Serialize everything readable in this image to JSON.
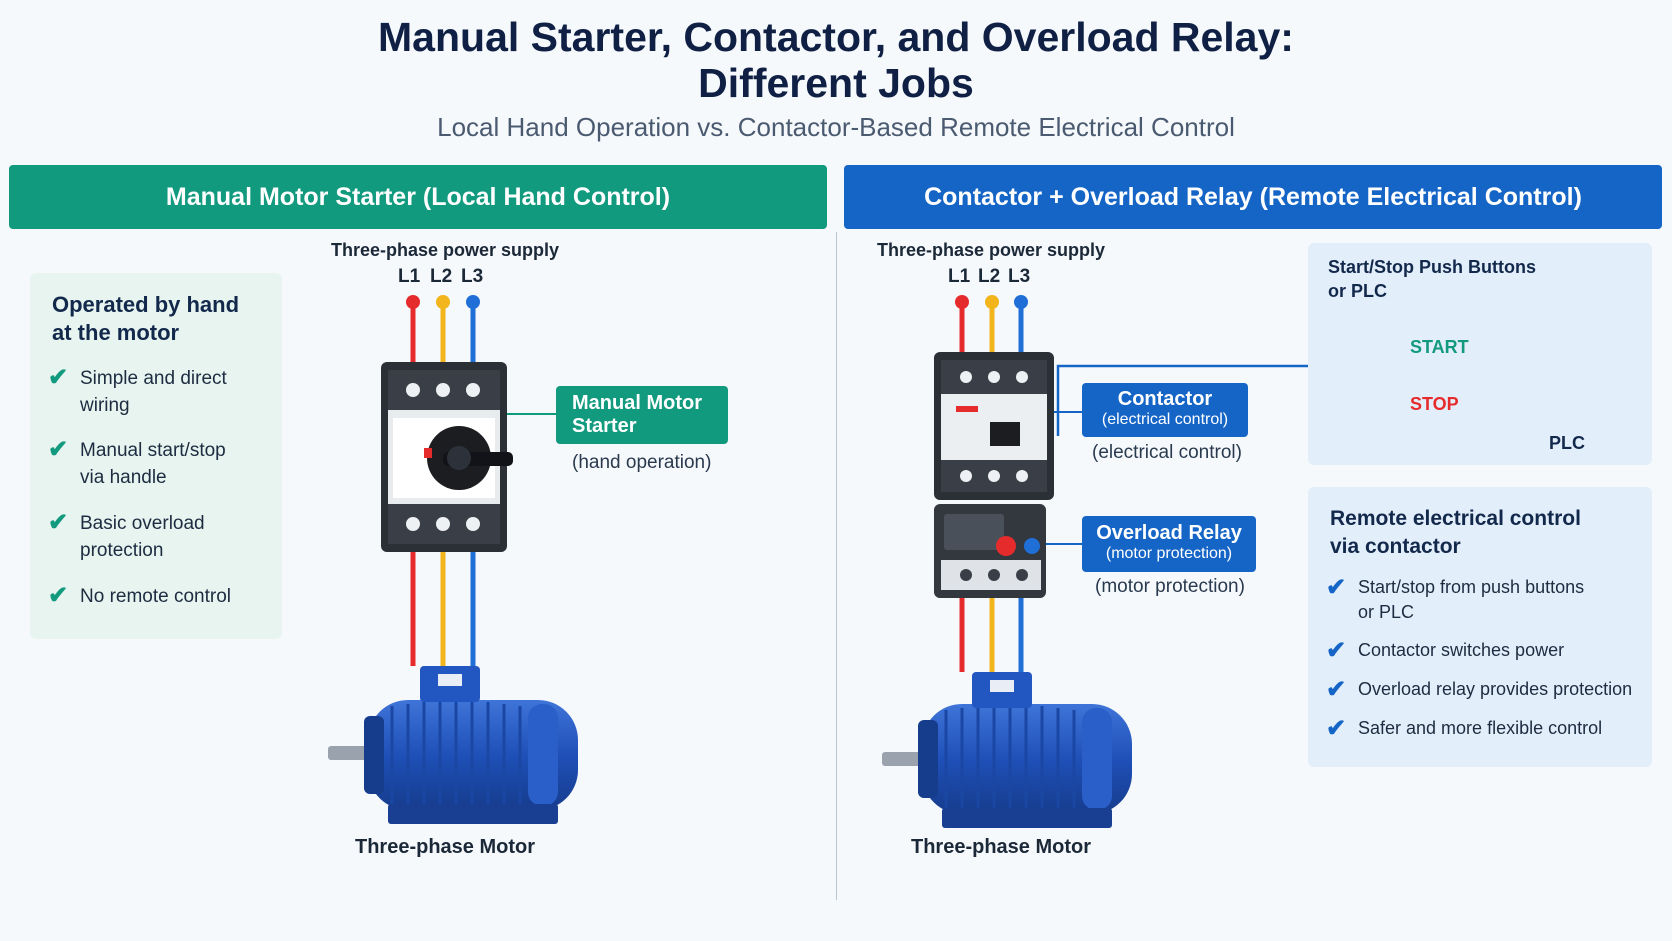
{
  "title": "Manual Starter, Contactor, and Overload Relay:",
  "title_line2": "Different Jobs",
  "subtitle": "Local Hand Operation vs. Contactor-Based Remote Electrical Control",
  "left": {
    "banner": "Manual Motor Starter (Local Hand Control)",
    "supply_label": "Three-phase power supply",
    "phases": [
      "L1",
      "L2",
      "L3"
    ],
    "panel": {
      "title_line1": "Operated by hand",
      "title_line2": "at the motor",
      "features": [
        {
          "line1": "Simple and direct",
          "line2": "wiring"
        },
        {
          "line1": "Manual start/stop",
          "line2": "via handle"
        },
        {
          "line1": "Basic overload",
          "line2": "protection"
        },
        {
          "line1": "No remote control",
          "line2": ""
        }
      ]
    },
    "device_tag_line1": "Manual Motor",
    "device_tag_line2": "Starter",
    "device_note": "(hand operation)",
    "motor_label": "Three-phase Motor"
  },
  "right": {
    "banner": "Contactor + Overload Relay (Remote Electrical Control)",
    "supply_label": "Three-phase power supply",
    "phases": [
      "L1",
      "L2",
      "L3"
    ],
    "contactor_tag": "Contactor",
    "contactor_tag_sub": "(electrical control)",
    "contactor_note": "(electrical control)",
    "relay_tag": "Overload Relay",
    "relay_tag_sub": "(motor protection)",
    "relay_note": "(motor protection)",
    "control_panel": {
      "title_line1": "Start/Stop Push Buttons",
      "title_line2": "or PLC",
      "start_label": "START",
      "stop_label": "STOP",
      "plc_label": "PLC"
    },
    "panel": {
      "title_line1": "Remote electrical control",
      "title_line2": "via contactor",
      "features": [
        {
          "line1": "Start/stop from push buttons",
          "line2": "or PLC"
        },
        {
          "line1": "Contactor switches power",
          "line2": ""
        },
        {
          "line1": "Overload relay provides protection",
          "line2": ""
        },
        {
          "line1": "Safer and more flexible control",
          "line2": ""
        }
      ]
    },
    "motor_label": "Three-phase Motor"
  },
  "colors": {
    "green": "#129a7e",
    "blue": "#1565c7",
    "wire_l1": "#e52b2b",
    "wire_l2": "#f2b51c",
    "wire_l3": "#1f6fd6",
    "motor": "#1f50b8"
  }
}
